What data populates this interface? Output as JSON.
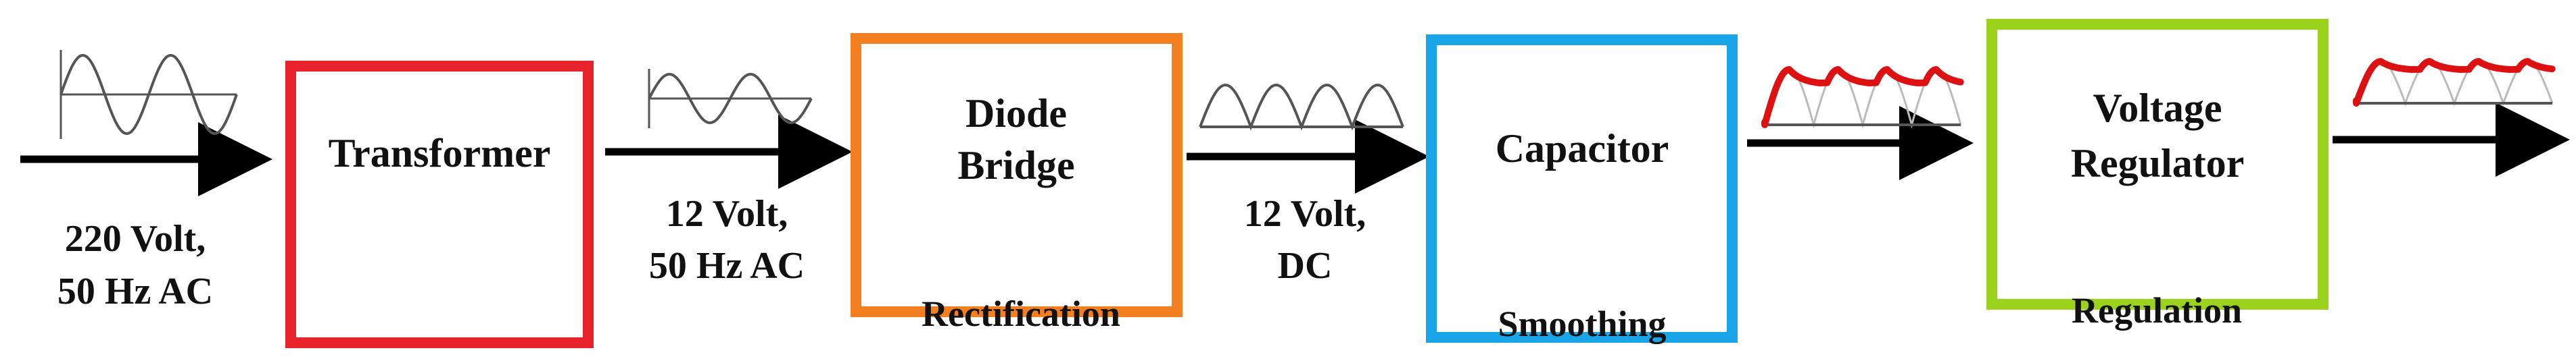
{
  "colors": {
    "arrow": "#000000",
    "wave": "#555555",
    "ripple": "#dd1111",
    "faint": "#bbbbbb",
    "transformer_border": "#e8232b",
    "bridge_border": "#f47f20",
    "capacitor_border": "#1aa5e8",
    "regulator_border": "#9ad21c"
  },
  "blocks": {
    "transformer": {
      "label": "Transformer"
    },
    "bridge": {
      "line1": "Diode",
      "line2": "Bridge"
    },
    "capacitor": {
      "label": "Capacitor"
    },
    "regulator": {
      "line1": "Voltage",
      "line2": "Regulator"
    }
  },
  "inputs": {
    "mains": {
      "line1": "220 Volt,",
      "line2": "50 Hz AC"
    },
    "stepdown": {
      "line1": "12 Volt,",
      "line2": "50 Hz AC"
    },
    "rectified": {
      "line1": "12 Volt,",
      "line2": "DC"
    }
  },
  "stages": {
    "rectification": "Rectification",
    "smoothing": "Smoothing",
    "regulation": "Regulation"
  },
  "icons": {
    "input": "sine-wave-icon",
    "stepdown": "sine-wave-small-icon",
    "rectified": "rectified-wave-icon",
    "smoothed": "ripple-wave-icon",
    "regulated": "regulated-wave-icon"
  }
}
